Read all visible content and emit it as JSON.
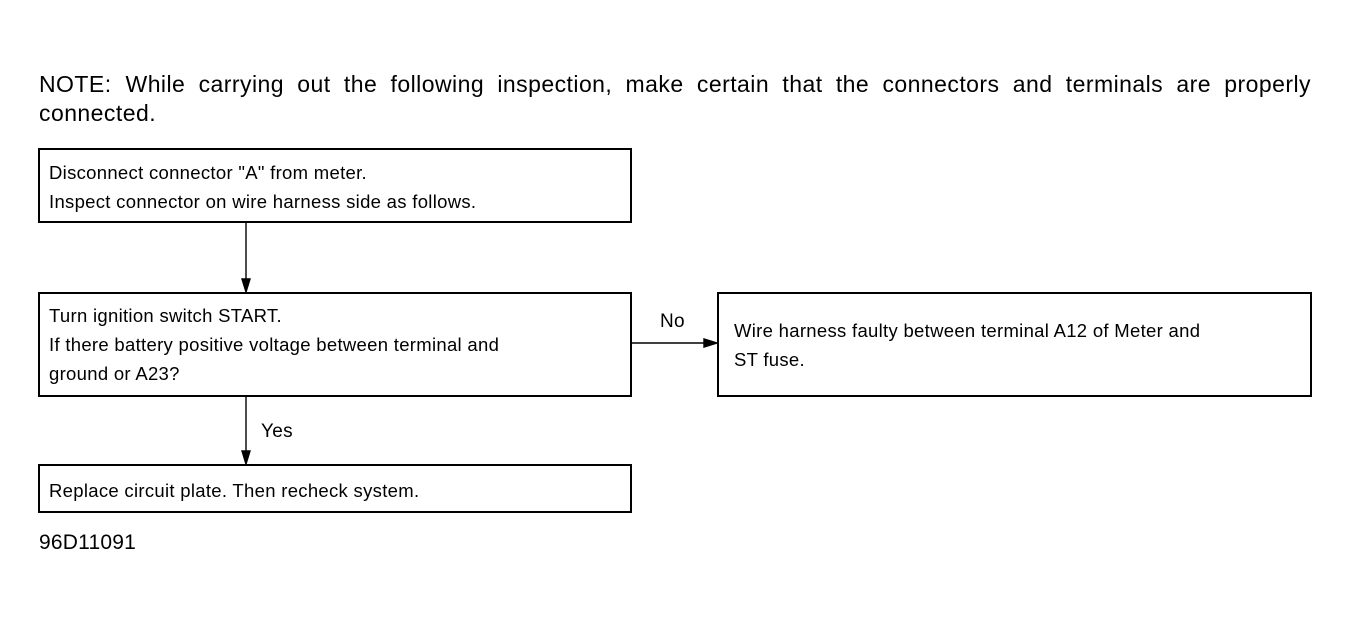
{
  "note": {
    "label": "NOTE:",
    "text": "While carrying out the following inspection, make certain that the connectors and terminals are properly connected."
  },
  "flowchart": {
    "step1": {
      "line1": "Disconnect connector \"A\" from meter.",
      "line2": "Inspect connector on wire harness side as follows."
    },
    "step2": {
      "line1": "Turn ignition switch START.",
      "line2": "If there battery positive voltage between terminal and",
      "line3": "ground or A23?"
    },
    "result_no": {
      "line1": "Wire harness faulty between terminal A12 of Meter and",
      "line2": "ST fuse."
    },
    "result_yes": {
      "line1": "Replace circuit plate. Then recheck system."
    },
    "edge_no_label": "No",
    "edge_yes_label": "Yes"
  },
  "figure_id": "96D11091"
}
